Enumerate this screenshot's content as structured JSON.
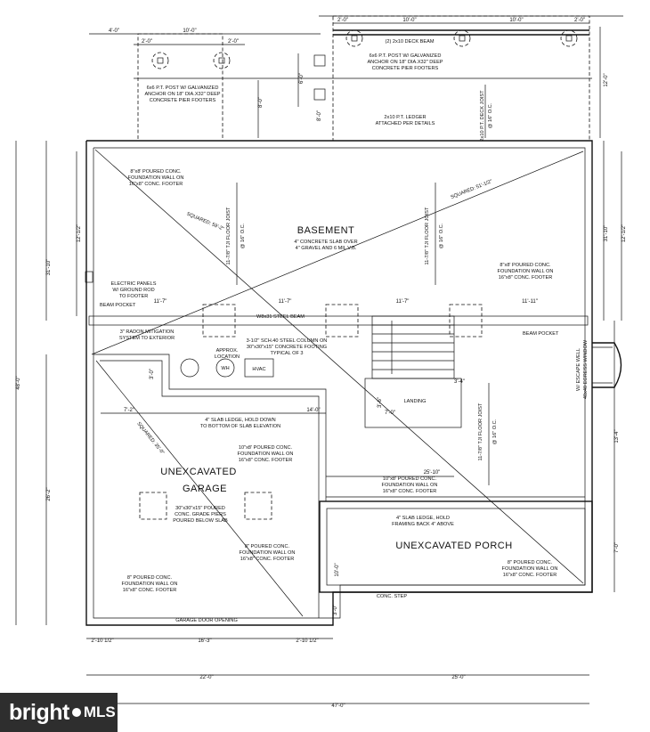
{
  "rooms": {
    "basement": "BASEMENT",
    "basement_note_1": "4\" CONCRETE SLAB OVER",
    "basement_note_2": "4\" GRAVEL AND 6 MIL V.B.",
    "garage_1": "UNEXCAVATED",
    "garage_2": "GARAGE",
    "porch": "UNEXCAVATED PORCH",
    "landing": "LANDING",
    "hvac": "HVAC",
    "wh": "WH"
  },
  "notes": {
    "deck_beam": "(2) 2x10 DECK BEAM",
    "post_right_1": "6x6 P.T. POST W/ GALVANIZED",
    "post_right_2": "ANCHOR ON 18\" DIA.X32\" DEEP",
    "post_right_3": "CONCRETE PIER FOOTERS",
    "post_left_1": "6x6 P.T. POST W/ GALVANIZED",
    "post_left_2": "ANCHOR ON 18\" DIA.X32\" DEEP",
    "post_left_3": "CONCRETE PIER FOOTERS",
    "deck_joist_1": "2x10 P.T. DECK JOIST",
    "deck_joist_2": "@ 16\" O.C.",
    "ledger_1": "2x10 P.T. LEDGER",
    "ledger_2": "ATTACHED PER DETAILS",
    "fwall_tl_1": "8\"x8' POURED CONC.",
    "fwall_tl_2": "FOUNDATION WALL ON",
    "fwall_tl_3": "16\"x8\" CONC. FOOTER",
    "floor_joist_l_1": "11-7/8\" TJI FLOOR JOIST",
    "floor_joist_l_2": "@ 16\" O.C.",
    "floor_joist_r_1": "11-7/8\" TJI FLOOR JOIST",
    "floor_joist_r_2": "@ 16\" O.C.",
    "floor_joist_lr_1": "11-7/8\" TJI FLOOR JOIST",
    "floor_joist_lr_2": "@ 16\" O.C.",
    "fwall_r_1": "8\"x8' POURED CONC.",
    "fwall_r_2": "FOUNDATION WALL ON",
    "fwall_r_3": "16\"x8\" CONC. FOOTER",
    "electric_1": "ELECTRIC PANELS",
    "electric_2": "W/ GROUND ROD",
    "electric_3": "TO FOOTER",
    "beam_pocket_l": "BEAM POCKET",
    "beam_pocket_r": "BEAM POCKET",
    "steel_beam": "W8x31 STEEL BEAM",
    "radon_1": "3\" RADON MITIGATION",
    "radon_2": "SYSTEM TO EXTERIOR",
    "column_1": "3-1/2\" SCH.40 STEEL COLUMN ON",
    "column_2": "30\"x30\"x15\" CONCRETE FOOTING",
    "column_3": "TYPICAL OF 3",
    "approx_1": "APPROX.",
    "approx_2": "LOCATION",
    "egress_1": "40x40 EGRESS WINDOW",
    "egress_2": "W/ ESCAPE WELL",
    "slab_ledge_1": "4\" SLAB LEDGE, HOLD DOWN",
    "slab_ledge_2": "TO BOTTOM OF SLAB ELEVATION",
    "fwall_g1_1": "10\"x8' POURED CONC.",
    "fwall_g1_2": "FOUNDATION WALL ON",
    "fwall_g1_3": "16\"x8\" CONC. FOOTER",
    "pier_1": "30\"x30\"x15\" POURED",
    "pier_2": "CONC. GRADE PIERS",
    "pier_3": "POURED BELOW SLAB",
    "fwall_g2_1": "8\" POURED CONC.",
    "fwall_g2_2": "FOUNDATION WALL ON",
    "fwall_g2_3": "16\"x8\" CONC. FOOTER",
    "fwall_g3_1": "8\" POURED CONC.",
    "fwall_g3_2": "FOUNDATION WALL ON",
    "fwall_g3_3": "16\"x8\" CONC. FOOTER",
    "fwall_m_1": "10\"x8' POURED CONC.",
    "fwall_m_2": "FOUNDATION WALL ON",
    "fwall_m_3": "16\"x8\" CONC. FOOTER",
    "porch_ledge_1": "4\" SLAB LEDGE, HOLD",
    "porch_ledge_2": "FRAMING BACK 4\" ABOVE",
    "fwall_p_1": "8\" POURED CONC.",
    "fwall_p_2": "FOUNDATION WALL ON",
    "fwall_p_3": "16\"x8\" CONC. FOOTER",
    "conc_step": "CONC. STEP",
    "garage_door": "GARAGE DOOR OPENING",
    "squared_1": "SQUARED: 59'-2\"",
    "squared_2": "SQUARED: 51'-1/2\"",
    "squared_3": "SQUARED: 35'-0\""
  },
  "dimensions": {
    "top_4_0": "4'-0\"",
    "top_10_0_l": "10'-0\"",
    "top_10_0_r1": "10'-0\"",
    "top_10_0_r2": "10'-0\"",
    "top_2_0_a": "2'-0\"",
    "top_2_0_b": "2'-0\"",
    "top_2_0_c": "2'-0\"",
    "top_2_0_d": "2'-0\"",
    "left_6_0": "6'-0\"",
    "left_8_0": "8'-0\"",
    "right_12_0": "12'-0\"",
    "right_8_0": "8'-0\"",
    "r_31_10": "31'-10\"",
    "r_12_1_2": "12'-1/2\"",
    "r_13_4": "13'-4\"",
    "r_7_0": "7'-0\"",
    "l_31_10": "31'-10\"",
    "l_48_0": "48'-0\"",
    "l_12_1_2": "12'-1/2\"",
    "l_26_2": "26'-2\"",
    "beam_11_7_a": "11'-7\"",
    "beam_11_7_b": "11'-7\"",
    "beam_11_7_c": "11'-7\"",
    "beam_11_11": "11'-11\"",
    "g_7_2": "7'-2\"",
    "g_14_0": "14'-0\"",
    "g_3_0": "3'-0\"",
    "m_25_10": "25'-10\"",
    "land_3_4": "3'-4\"",
    "land_7_0": "7'-0\"",
    "land_3_6": "3'-6\"",
    "p_10_0": "10'-0\"",
    "p_3_0": "3'-0\"",
    "b_2_10_a": "2'-10 1/2\"",
    "b_16_3": "16'-3\"",
    "b_2_10_b": "2'-10 1/2\"",
    "b_22_0": "22'-0\"",
    "b_25_0": "25'-0\"",
    "b_47_0": "47'-0\""
  },
  "brand": {
    "word_1": "bright",
    "word_2": "MLS"
  }
}
